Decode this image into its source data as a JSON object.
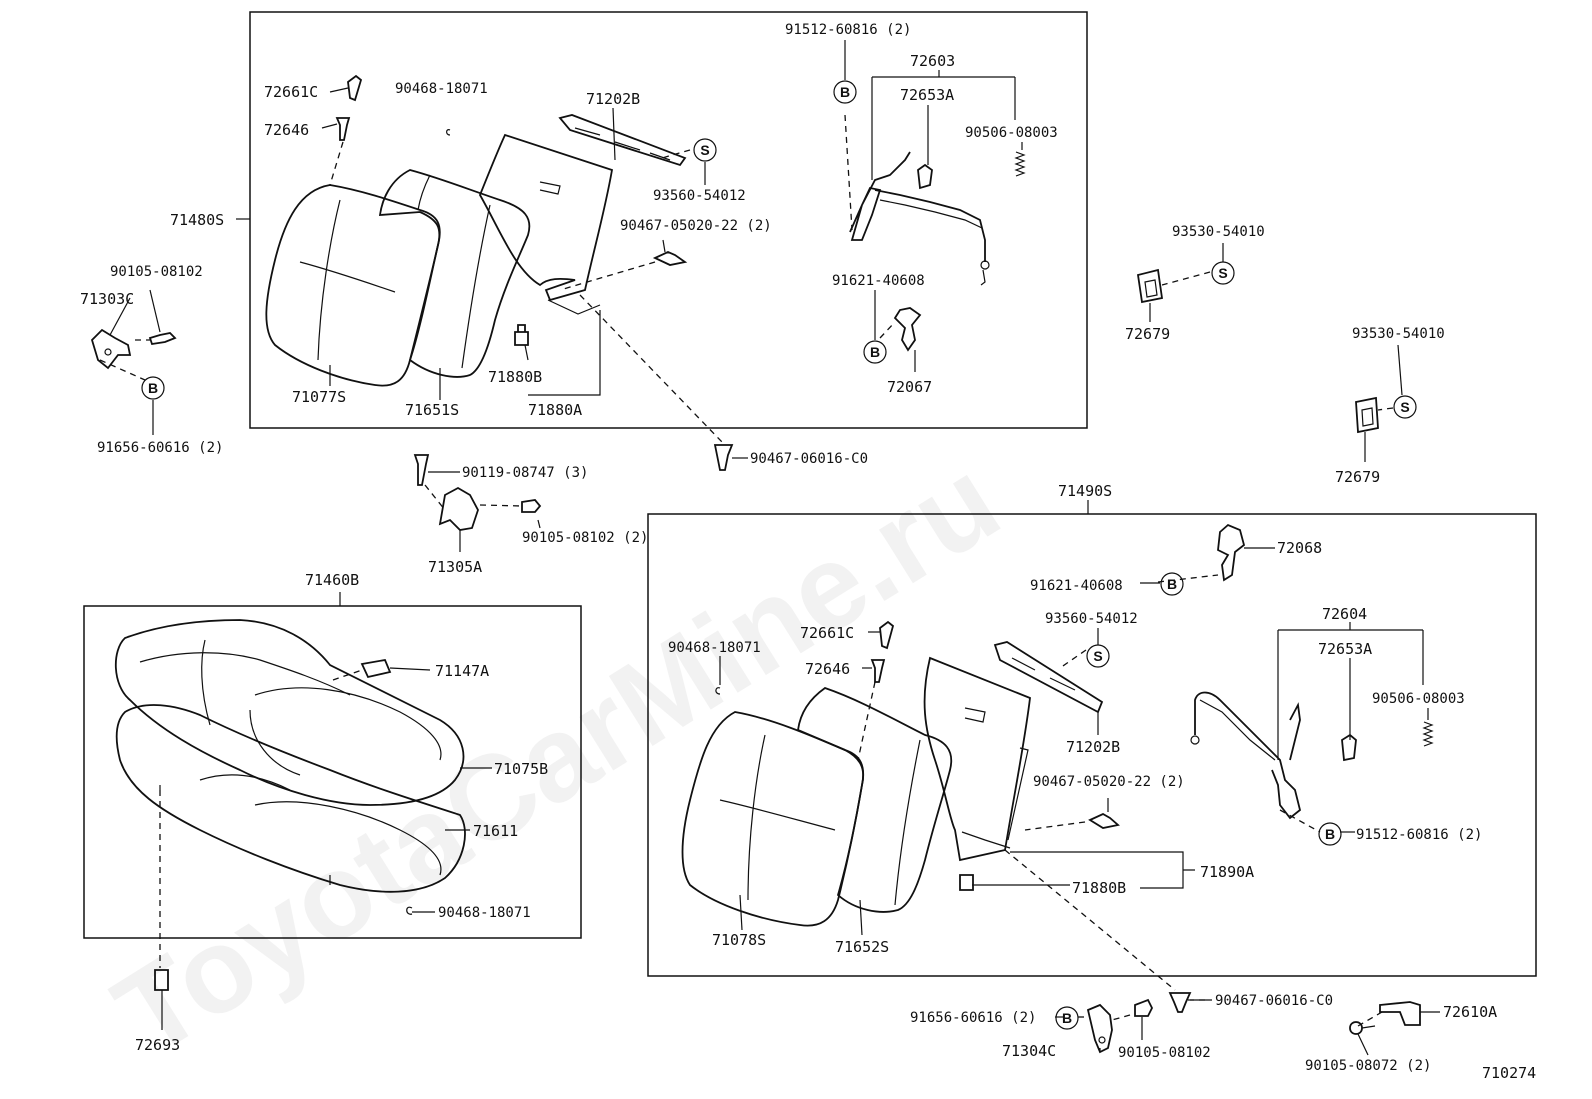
{
  "watermark": "ToyotaCarMine.ru",
  "diagram_id": "710274",
  "callouts": {
    "B": "B",
    "S": "S"
  },
  "labels": {
    "p72661C_a": "72661C",
    "p90468_18071_a": "90468-18071",
    "p71202B_a": "71202B",
    "p91512_60816_a": "91512-60816 (2)",
    "p72603": "72603",
    "p72653A_a": "72653A",
    "p72646_a": "72646",
    "p90506_08003_a": "90506-08003",
    "p93560_54012_a": "93560-54012",
    "p71480S": "71480S",
    "p90467_05020_a": "90467-05020-22 (2)",
    "p90105_08102_a": "90105-08102",
    "p71303C": "71303C",
    "p93530_54010_a": "93530-54010",
    "p91621_40608_a": "91621-40608",
    "p72679_a": "72679",
    "p93530_54010_b": "93530-54010",
    "p71880B_a": "71880B",
    "p71077S": "71077S",
    "p71651S": "71651S",
    "p71880A": "71880A",
    "p72067": "72067",
    "p91656_60616_a": "91656-60616 (2)",
    "p72679_b": "72679",
    "p90119_08747": "90119-08747 (3)",
    "p90467_06016_a": "90467-06016-C0",
    "p71490S": "71490S",
    "p90105_08102_b": "90105-08102 (2)",
    "p71305A": "71305A",
    "p72068": "72068",
    "p71460B": "71460B",
    "p91621_40608_b": "91621-40608",
    "p93560_54012_b": "93560-54012",
    "p72604": "72604",
    "p72661C_b": "72661C",
    "p72653A_b": "72653A",
    "p90468_18071_b": "90468-18071",
    "p71147A": "71147A",
    "p72646_b": "72646",
    "p90506_08003_b": "90506-08003",
    "p71202B_b": "71202B",
    "p71075B": "71075B",
    "p90467_05020_b": "90467-05020-22 (2)",
    "p71611": "71611",
    "p91512_60816_b": "91512-60816 (2)",
    "p71890A": "71890A",
    "p71880B_b": "71880B",
    "p90468_18071_c": "90468-18071",
    "p71078S": "71078S",
    "p71652S": "71652S",
    "p72693": "72693",
    "p90467_06016_b": "90467-06016-C0",
    "p72610A": "72610A",
    "p91656_60616_b": "91656-60616 (2)",
    "p71304C": "71304C",
    "p90105_08102_c": "90105-08102",
    "p90105_08072": "90105-08072 (2)"
  }
}
